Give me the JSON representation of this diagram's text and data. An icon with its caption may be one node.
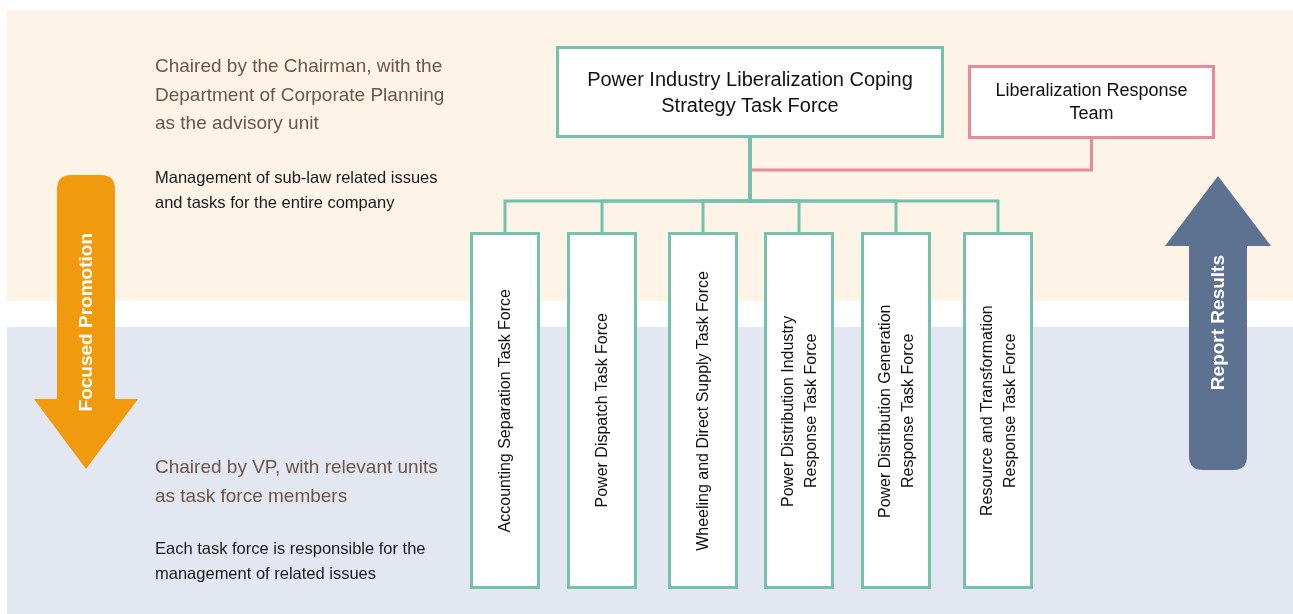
{
  "diagram": {
    "nodes": [
      {
        "text": [
          "Power Industry Liberalization Coping Strategy Task Force"
        ]
      },
      {
        "text": [
          "Liberalization Response Team"
        ]
      },
      {
        "text": [
          "Accounting Separation Task Force"
        ]
      },
      {
        "text": [
          "Power Dispatch Task Force"
        ]
      },
      {
        "text": [
          "Wheeling and Direct Supply Task Force"
        ]
      },
      {
        "text": [
          "Power Distribution Industry Response Task Force"
        ]
      },
      {
        "text": [
          "Power Distribution Generation Response Task Force"
        ]
      },
      {
        "text": [
          "Resource and Transformation Response Task Force"
        ]
      },
      {
        "text": [
          "Focused Promotion"
        ]
      },
      {
        "text": [
          "Report Results"
        ]
      }
    ],
    "edges": [
      {
        "from": 0,
        "to": 1,
        "arrow": "none",
        "color": "#e88a9c"
      },
      {
        "from": 0,
        "to": 2,
        "arrow": "none"
      },
      {
        "from": 0,
        "to": 3,
        "arrow": "none"
      },
      {
        "from": 0,
        "to": 4,
        "arrow": "none"
      },
      {
        "from": 0,
        "to": 5,
        "arrow": "none"
      },
      {
        "from": 0,
        "to": 6,
        "arrow": "none"
      },
      {
        "from": 0,
        "to": 7,
        "arrow": "none"
      }
    ],
    "labels": [
      "Chaired by the Chairman, with the Department of Corporate Planning as the advisory unit",
      "Management of sub-law related issues and tasks for the entire company",
      "Chaired by VP, with relevant units as task force members",
      "Each task force is responsible for the management of related issues"
    ]
  }
}
